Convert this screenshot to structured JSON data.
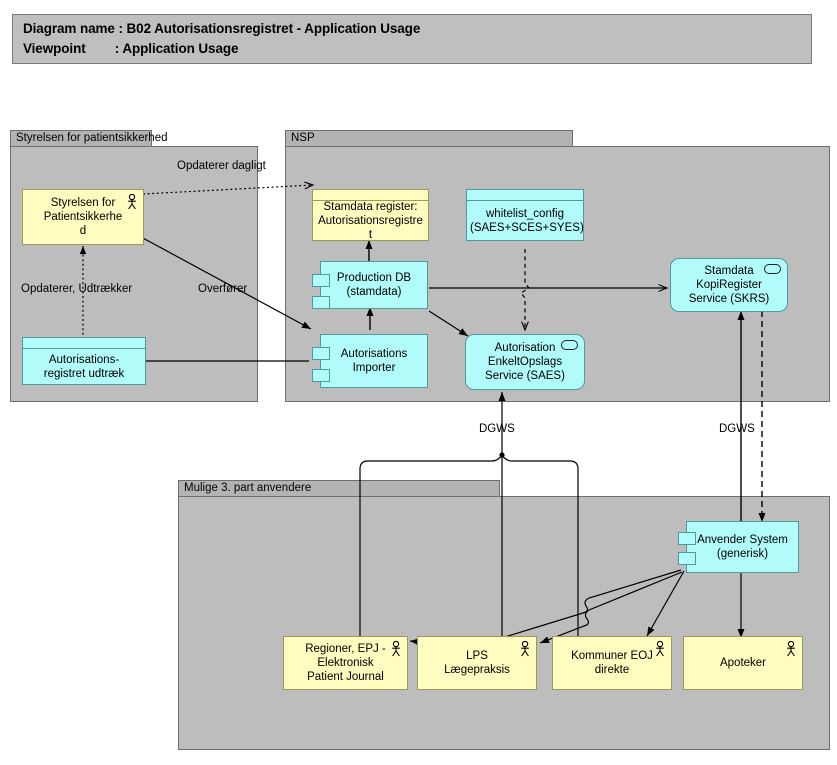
{
  "header": {
    "line1": "Diagram name : B02 Autorisationsregistret - Application Usage",
    "line2": "Viewpoint        : Application Usage"
  },
  "groups": [
    {
      "name": "styrelsen-group",
      "label": "Styrelsen for patientsikkerhed"
    },
    {
      "name": "nsp-group",
      "label": "NSP"
    },
    {
      "name": "third-party-group",
      "label": "Mulige 3. part anvendere"
    }
  ],
  "nodes": {
    "styrelsen_actor": {
      "label": "Styrelsen for\nPatientsikkerhe\nd",
      "icon": "actor-icon",
      "shape": "actor"
    },
    "udtraek_data": {
      "label": "Autorisations-\nregistret udtræk",
      "icon": "data-object-icon",
      "shape": "data-object"
    },
    "stamdata_register": {
      "label": "Stamdata register:\nAutorisationsregistre\nt",
      "icon": "data-object-icon",
      "shape": "data-object"
    },
    "whitelist_config": {
      "label": "whitelist_config\n(SAES+SCES+SYES)",
      "icon": "data-object-icon",
      "shape": "data-object"
    },
    "production_db": {
      "label": "Production DB\n(stamdata)",
      "icon": "component-icon",
      "shape": "component"
    },
    "autorisations_importer": {
      "label": "Autorisations\nImporter",
      "icon": "component-icon",
      "shape": "component"
    },
    "saes": {
      "label": "Autorisation\nEnkeltOpslags\nService (SAES)",
      "icon": "service-icon",
      "shape": "service"
    },
    "skrs": {
      "label": "Stamdata\nKopiRegister\nService (SKRS)",
      "icon": "service-icon",
      "shape": "service"
    },
    "anvender_system": {
      "label": "Anvender System\n(generisk)",
      "icon": "component-icon",
      "shape": "component"
    },
    "regioner_epj": {
      "label": "Regioner, EPJ -\nElektronisk\nPatient Journal",
      "icon": "actor-icon",
      "shape": "actor"
    },
    "lps": {
      "label": "LPS\nLægepraksis",
      "icon": "actor-icon",
      "shape": "actor"
    },
    "kommuner_eoj": {
      "label": "Kommuner EOJ\ndirekte",
      "icon": "actor-icon",
      "shape": "actor"
    },
    "apoteker": {
      "label": "Apoteker",
      "icon": "actor-icon",
      "shape": "actor"
    }
  },
  "connector_labels": {
    "opdaterer_dagligt": "Opdaterer dagligt",
    "opdaterer_udtraekker": "Opdaterer, Udtrækker",
    "overfoerer": "Overfører",
    "dgws_left": "DGWS",
    "dgws_right": "DGWS"
  },
  "colors": {
    "canvas": "#ffffff",
    "group_fill": "#bdbdbd",
    "group_header": "#b3b3b3",
    "title_fill": "#bfbfbf",
    "yellow_fill": "#fffcc0",
    "cyan_fill": "#b2fbfb",
    "line": "#000000"
  }
}
